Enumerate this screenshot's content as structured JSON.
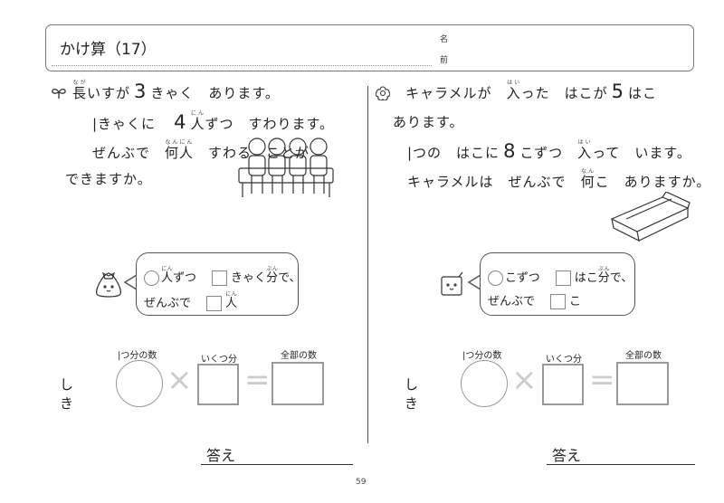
{
  "header": {
    "title": "かけ算（17）",
    "name_label_1": "名",
    "name_label_2": "前"
  },
  "left": {
    "icon": "sprout-icon",
    "lines": [
      [
        {
          "t": "長",
          "r": "なが"
        },
        {
          "t": "いすが"
        },
        {
          "t": "3",
          "big": true
        },
        {
          "t": "きゃく　あります。"
        }
      ],
      [
        {
          "t": "|きゃくに　"
        },
        {
          "t": "4",
          "big": true
        },
        {
          "t": "人",
          "r": "にん"
        },
        {
          "t": "ずつ　すわります。"
        }
      ],
      [
        {
          "t": "ぜんぶで　"
        },
        {
          "t": "何人",
          "r": "なんにん"
        },
        {
          "t": "　すわる　ことが"
        }
      ],
      [
        {
          "t": "できますか。"
        }
      ]
    ],
    "hint": {
      "l1a": "人",
      "l1a_r": "にん",
      "l1b": "ずつ",
      "l1c": "きゃく",
      "l1d": "分",
      "l1d_r": "ぶん",
      "l1e": "で、",
      "l2a": "ぜんぶで",
      "l2b": "人",
      "l2b_r": "にん"
    }
  },
  "right": {
    "icon": "flower-icon",
    "lines": [
      [
        {
          "t": "キャラメルが　"
        },
        {
          "t": "入",
          "r": "はい"
        },
        {
          "t": "った　はこが"
        },
        {
          "t": "5",
          "big": true
        },
        {
          "t": "はこ"
        }
      ],
      [
        {
          "t": "あります。"
        }
      ],
      [
        {
          "t": "|つの　はこに"
        },
        {
          "t": "8",
          "big": true
        },
        {
          "t": "こずつ　"
        },
        {
          "t": "入",
          "r": "はい"
        },
        {
          "t": "って　います。"
        }
      ],
      [
        {
          "t": "キャラメルは　ぜんぶで　"
        },
        {
          "t": "何",
          "r": "なん"
        },
        {
          "t": "こ　ありますか。"
        }
      ]
    ],
    "hint": {
      "l1a": "こずつ",
      "l1c": "はこ",
      "l1d": "分",
      "l1d_r": "ぶん",
      "l1e": "で、",
      "l2a": "ぜんぶで",
      "l2b": "こ"
    }
  },
  "equation": {
    "label": "しき",
    "per_unit": "|つ分の数",
    "units": "いくつ分",
    "total": "全部の数",
    "times": "×",
    "equals": "="
  },
  "answer_label": "答え",
  "page_number": "59"
}
